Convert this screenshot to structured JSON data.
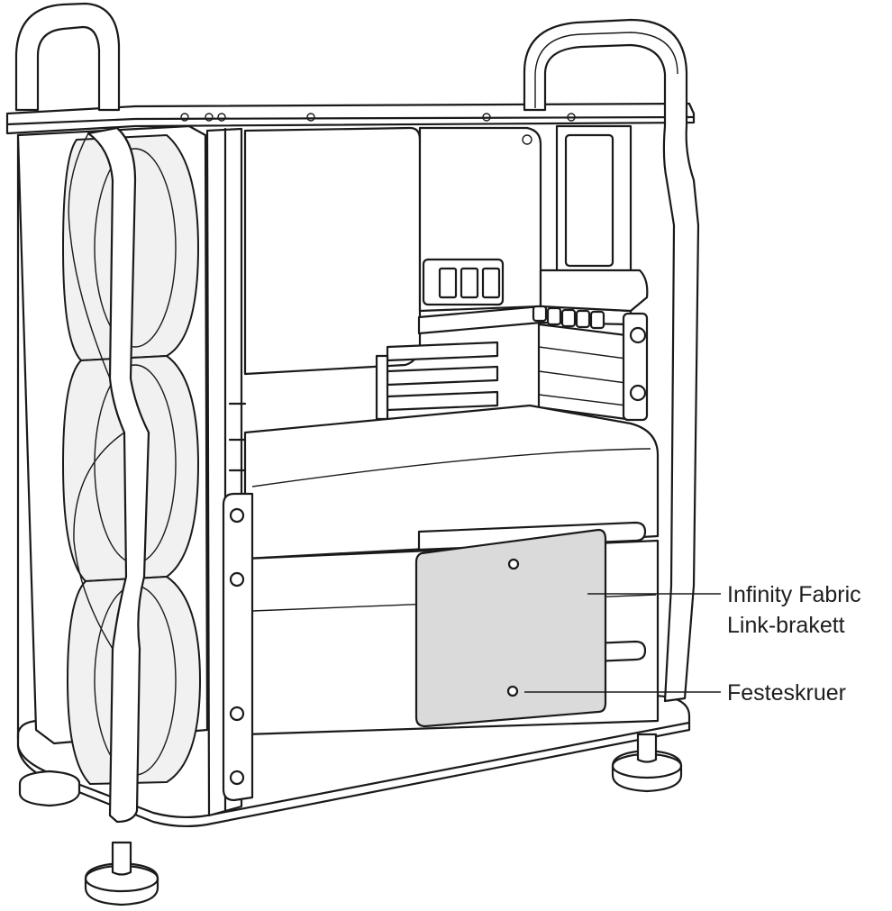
{
  "callouts": {
    "bracket": {
      "line1": "Infinity Fabric",
      "line2": "Link-brakett"
    },
    "screws": {
      "label": "Festeskruer"
    }
  }
}
